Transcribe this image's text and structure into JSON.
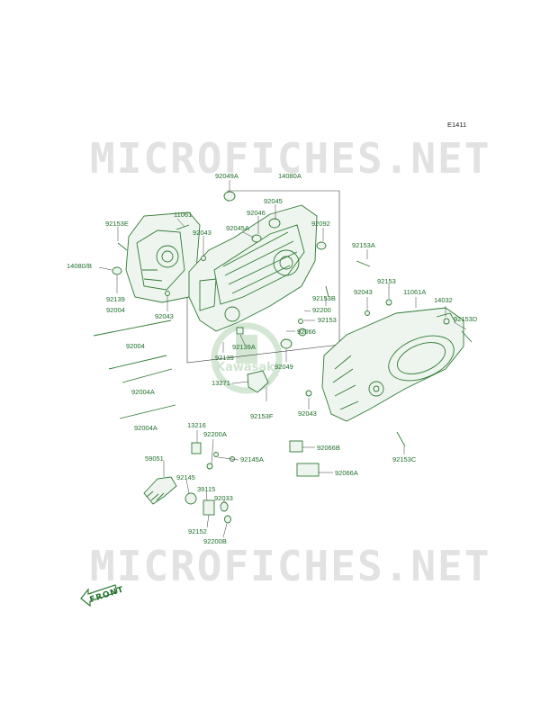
{
  "diagram": {
    "code": "E1411",
    "watermark_text": "MICROFICHES.NET",
    "brand_text": "Kawasaki",
    "front_label": "FRONT",
    "parts": [
      {
        "id": "p_92049A",
        "label": "92049A"
      },
      {
        "id": "p_14080A",
        "label": "14080A"
      },
      {
        "id": "p_92045",
        "label": "92045"
      },
      {
        "id": "p_92046",
        "label": "92046"
      },
      {
        "id": "p_92045A",
        "label": "92045A"
      },
      {
        "id": "p_92092",
        "label": "92092"
      },
      {
        "id": "p_11061",
        "label": "11061"
      },
      {
        "id": "p_92153E",
        "label": "92153E"
      },
      {
        "id": "p_92043_a",
        "label": "92043"
      },
      {
        "id": "p_14080B",
        "label": "14080/B"
      },
      {
        "id": "p_92139",
        "label": "92139"
      },
      {
        "id": "p_92004_a",
        "label": "92004"
      },
      {
        "id": "p_92043_b",
        "label": "92043"
      },
      {
        "id": "p_92153A",
        "label": "92153A"
      },
      {
        "id": "p_92153_a",
        "label": "92153"
      },
      {
        "id": "p_92043_c",
        "label": "92043"
      },
      {
        "id": "p_11061A",
        "label": "11061A"
      },
      {
        "id": "p_14032",
        "label": "14032"
      },
      {
        "id": "p_92153D",
        "label": "92153D"
      },
      {
        "id": "p_92153B",
        "label": "92153B"
      },
      {
        "id": "p_92200",
        "label": "92200"
      },
      {
        "id": "p_92153_b",
        "label": "92153"
      },
      {
        "id": "p_92066",
        "label": "92066"
      },
      {
        "id": "p_92139A",
        "label": "92139A"
      },
      {
        "id": "p_92139_b",
        "label": "92139"
      },
      {
        "id": "p_92049",
        "label": "92049"
      },
      {
        "id": "p_92004_b",
        "label": "92004"
      },
      {
        "id": "p_92004A_a",
        "label": "92004A"
      },
      {
        "id": "p_92004A_b",
        "label": "92004A"
      },
      {
        "id": "p_13271",
        "label": "13271"
      },
      {
        "id": "p_92153F",
        "label": "92153F"
      },
      {
        "id": "p_92043_d",
        "label": "92043"
      },
      {
        "id": "p_13216",
        "label": "13216"
      },
      {
        "id": "p_92200A",
        "label": "92200A"
      },
      {
        "id": "p_92145A",
        "label": "92145A"
      },
      {
        "id": "p_59051",
        "label": "59051"
      },
      {
        "id": "p_92145",
        "label": "92145"
      },
      {
        "id": "p_39115",
        "label": "39115"
      },
      {
        "id": "p_92033",
        "label": "92033"
      },
      {
        "id": "p_92152",
        "label": "92152"
      },
      {
        "id": "p_92200B",
        "label": "92200B"
      },
      {
        "id": "p_92066B",
        "label": "92066B"
      },
      {
        "id": "p_92066A",
        "label": "92066A"
      },
      {
        "id": "p_92153C",
        "label": "92153C"
      }
    ]
  }
}
